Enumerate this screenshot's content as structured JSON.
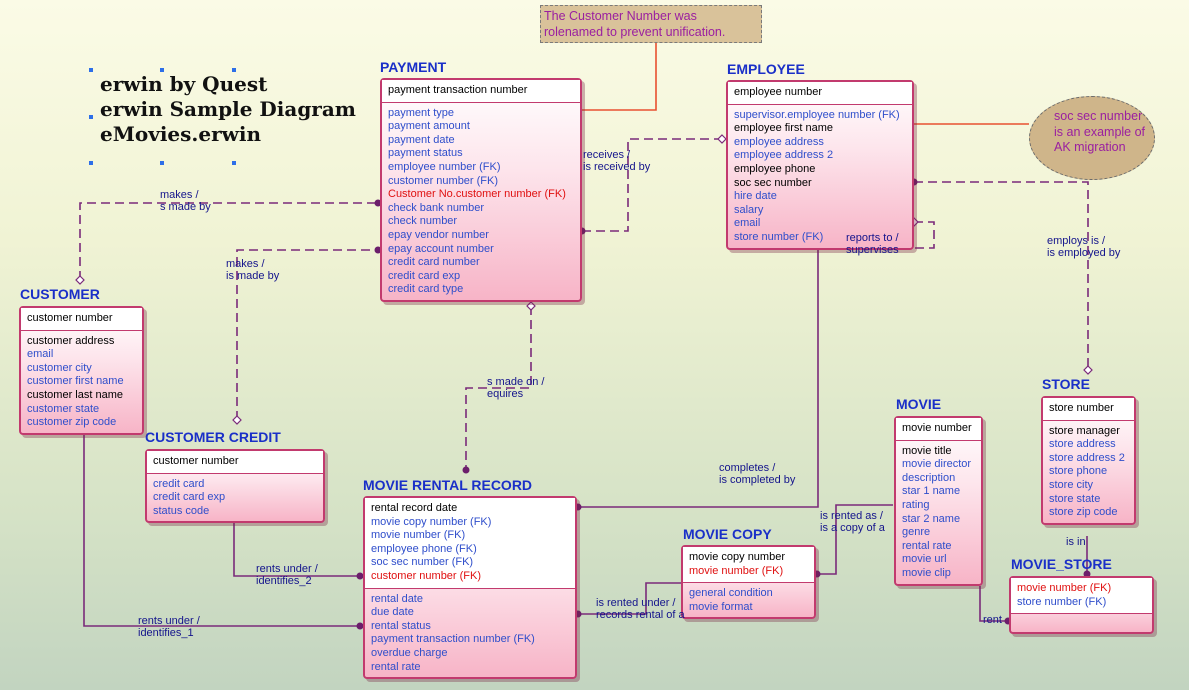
{
  "banner": {
    "lines": [
      "erwin by Quest",
      "erwin Sample Diagram",
      "eMovies.erwin"
    ]
  },
  "notes": {
    "customer_number": [
      "The Customer Number was",
      "rolenamed to prevent unification."
    ],
    "soc_sec": [
      "soc sec number",
      "is an example of",
      "AK migration"
    ]
  },
  "entities": {
    "payment": {
      "title": "PAYMENT",
      "keys": [
        {
          "t": "payment transaction number",
          "c": "k"
        }
      ],
      "attrs": [
        {
          "t": "payment type",
          "c": "b"
        },
        {
          "t": "payment amount",
          "c": "b"
        },
        {
          "t": "payment date",
          "c": "b"
        },
        {
          "t": "payment status",
          "c": "b"
        },
        {
          "t": "employee number (FK)",
          "c": "b"
        },
        {
          "t": "customer number (FK)",
          "c": "b"
        },
        {
          "t": "Customer No.customer number (FK)",
          "c": "r"
        },
        {
          "t": "check bank number",
          "c": "b"
        },
        {
          "t": "check number",
          "c": "b"
        },
        {
          "t": "epay vendor number",
          "c": "b"
        },
        {
          "t": "epay account number",
          "c": "b"
        },
        {
          "t": "credit card number",
          "c": "b"
        },
        {
          "t": "credit card exp",
          "c": "b"
        },
        {
          "t": "credit card type",
          "c": "b"
        }
      ]
    },
    "employee": {
      "title": "EMPLOYEE",
      "keys": [
        {
          "t": "employee number",
          "c": "k"
        }
      ],
      "attrs": [
        {
          "t": "supervisor.employee number (FK)",
          "c": "b"
        },
        {
          "t": "employee first name",
          "c": "k"
        },
        {
          "t": "employee address",
          "c": "b"
        },
        {
          "t": "employee address 2",
          "c": "b"
        },
        {
          "t": "employee phone",
          "c": "k"
        },
        {
          "t": "soc sec number",
          "c": "k"
        },
        {
          "t": "hire date",
          "c": "b"
        },
        {
          "t": "salary",
          "c": "b"
        },
        {
          "t": "email",
          "c": "b"
        },
        {
          "t": "store number (FK)",
          "c": "b"
        }
      ]
    },
    "customer": {
      "title": "CUSTOMER",
      "keys": [
        {
          "t": "customer number",
          "c": "k"
        }
      ],
      "attrs": [
        {
          "t": "customer address",
          "c": "k"
        },
        {
          "t": "email",
          "c": "b"
        },
        {
          "t": "customer city",
          "c": "b"
        },
        {
          "t": "customer first name",
          "c": "b"
        },
        {
          "t": "customer last name",
          "c": "k"
        },
        {
          "t": "customer state",
          "c": "b"
        },
        {
          "t": "customer zip code",
          "c": "b"
        }
      ]
    },
    "customer_credit": {
      "title": "CUSTOMER CREDIT",
      "keys": [
        {
          "t": "customer number",
          "c": "k"
        }
      ],
      "attrs": [
        {
          "t": "credit card",
          "c": "b"
        },
        {
          "t": "credit card exp",
          "c": "b"
        },
        {
          "t": "status code",
          "c": "b"
        }
      ]
    },
    "movie_rental_record": {
      "title": "MOVIE RENTAL RECORD",
      "keys": [
        {
          "t": "rental record date",
          "c": "k"
        },
        {
          "t": "movie copy number (FK)",
          "c": "b"
        },
        {
          "t": "movie number (FK)",
          "c": "b"
        },
        {
          "t": "employee phone (FK)",
          "c": "b"
        },
        {
          "t": "soc sec number (FK)",
          "c": "b"
        },
        {
          "t": "customer number (FK)",
          "c": "r"
        }
      ],
      "attrs": [
        {
          "t": "rental date",
          "c": "b"
        },
        {
          "t": "due date",
          "c": "b"
        },
        {
          "t": "rental status",
          "c": "b"
        },
        {
          "t": "payment transaction number (FK)",
          "c": "b"
        },
        {
          "t": "overdue charge",
          "c": "b"
        },
        {
          "t": "rental rate",
          "c": "b"
        }
      ]
    },
    "movie_copy": {
      "title": "MOVIE COPY",
      "keys": [
        {
          "t": "movie copy number",
          "c": "k"
        },
        {
          "t": "movie number (FK)",
          "c": "r"
        }
      ],
      "attrs": [
        {
          "t": "general condition",
          "c": "b"
        },
        {
          "t": "movie format",
          "c": "b"
        }
      ]
    },
    "movie": {
      "title": "MOVIE",
      "keys": [
        {
          "t": "movie number",
          "c": "k"
        }
      ],
      "attrs": [
        {
          "t": "movie title",
          "c": "k"
        },
        {
          "t": "movie director",
          "c": "b"
        },
        {
          "t": "description",
          "c": "b"
        },
        {
          "t": "star 1 name",
          "c": "b"
        },
        {
          "t": "rating",
          "c": "b"
        },
        {
          "t": "star 2 name",
          "c": "b"
        },
        {
          "t": "genre",
          "c": "b"
        },
        {
          "t": "rental rate",
          "c": "b"
        },
        {
          "t": "movie url",
          "c": "b"
        },
        {
          "t": "movie clip",
          "c": "b"
        }
      ]
    },
    "store": {
      "title": "STORE",
      "keys": [
        {
          "t": "store number",
          "c": "k"
        }
      ],
      "attrs": [
        {
          "t": "store manager",
          "c": "k"
        },
        {
          "t": "store address",
          "c": "b"
        },
        {
          "t": "store address 2",
          "c": "b"
        },
        {
          "t": "store phone",
          "c": "b"
        },
        {
          "t": "store city",
          "c": "b"
        },
        {
          "t": "store state",
          "c": "b"
        },
        {
          "t": "store zip code",
          "c": "b"
        }
      ]
    },
    "movie_store": {
      "title": "MOVIE_STORE",
      "keys": [
        {
          "t": "movie number (FK)",
          "c": "r"
        },
        {
          "t": "store number (FK)",
          "c": "b"
        }
      ],
      "attrs": []
    }
  },
  "relationships": {
    "makes_payment": [
      "makes /",
      "s made by"
    ],
    "makes_credit": [
      "makes /",
      "is made by"
    ],
    "receives": [
      "receives /",
      "is received by"
    ],
    "reports": [
      "reports to /",
      "supervises"
    ],
    "employs": [
      "employs is /",
      "is employed by"
    ],
    "made_on": [
      "s made on /",
      "equires"
    ],
    "completes": [
      "completes /",
      "is completed by"
    ],
    "rented_as": [
      "is rented as /",
      "is a copy of a"
    ],
    "is_in": [
      "is in"
    ],
    "rents_credit": [
      "rents under /",
      "identifies_2"
    ],
    "rents_customer": [
      "rents under /",
      "identifies_1"
    ],
    "is_rented_under": [
      "is rented under /",
      "records rental of a"
    ],
    "rent": [
      "rent"
    ]
  },
  "colors": {
    "entity_border": "#c23a6e",
    "relationship_line": "#7a2a7a",
    "note_connector": "#e85030",
    "title_blue": "#1a2fc8",
    "label_navy": "#14148c"
  }
}
